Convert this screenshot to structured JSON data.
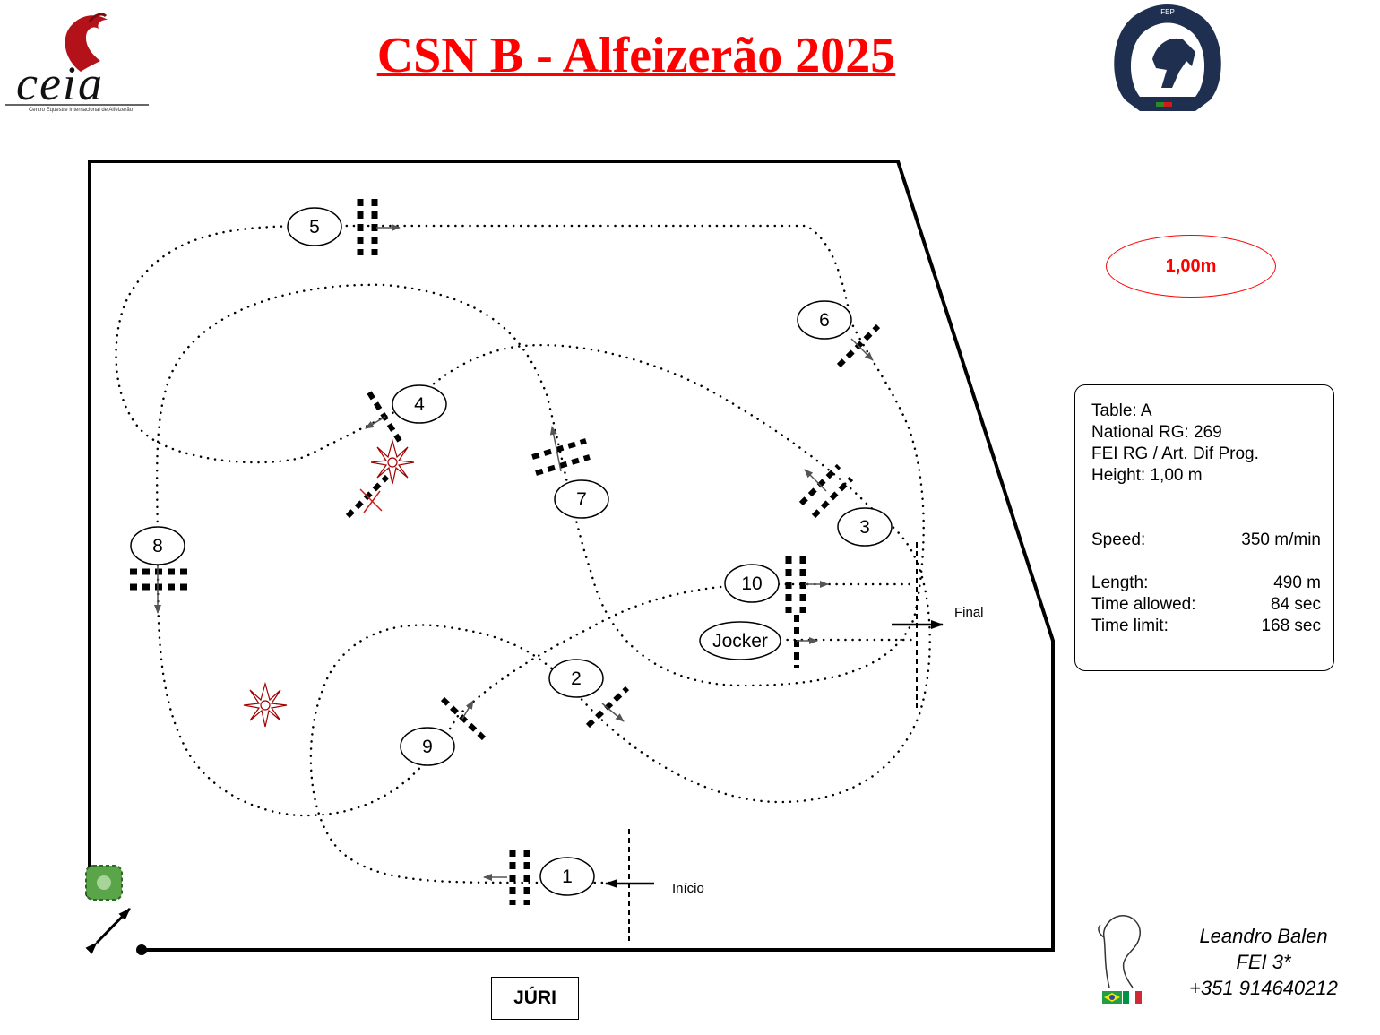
{
  "header": {
    "title": "CSN B - Alfeizerão  2025",
    "left_logo": {
      "text": "ceia",
      "subtitle": "Centro Equestre Internacional de Alfeizerão",
      "icon": "horse-head-logo"
    },
    "right_logo": {
      "text": "FEDERAÇÃO EQUESTRE PORTUGUESA",
      "icon": "federation-seal-logo"
    }
  },
  "course": {
    "height_badge": "1,00m",
    "start_label": "Início",
    "finish_label": "Final",
    "obstacles": [
      {
        "label": "1"
      },
      {
        "label": "2"
      },
      {
        "label": "3"
      },
      {
        "label": "4"
      },
      {
        "label": "5"
      },
      {
        "label": "6"
      },
      {
        "label": "7"
      },
      {
        "label": "8"
      },
      {
        "label": "9"
      },
      {
        "label": "10"
      },
      {
        "label": "Jocker"
      }
    ],
    "decorations": [
      "flower-icon",
      "flower-icon",
      "bush-icon",
      "gate-double-arrow-icon"
    ]
  },
  "info": {
    "table": "Table: A",
    "national_rg": "National RG: 269",
    "fei_rg": "FEI RG / Art. Dif Prog.",
    "height": "Height: 1,00  m",
    "speed_label": "Speed:",
    "speed_value": "350  m/min",
    "length_label": "Length:",
    "length_value": "490    m",
    "time_allowed_label": "Time allowed:",
    "time_allowed_value": "84  sec",
    "time_limit_label": "Time limit:",
    "time_limit_value": "168  sec"
  },
  "jury": "JÚRI",
  "designer": {
    "name": "Leandro Balen",
    "level": "FEI 3*",
    "phone": "+351 914640212",
    "icon": "knight-horse-icon",
    "flags": [
      "flag-brazil-icon",
      "flag-italy-icon"
    ]
  },
  "colors": {
    "title": "#ff0000",
    "badge": "#ff0000",
    "flower": "#a00000",
    "bush": "#3a8a2a",
    "lines": "#000000"
  }
}
